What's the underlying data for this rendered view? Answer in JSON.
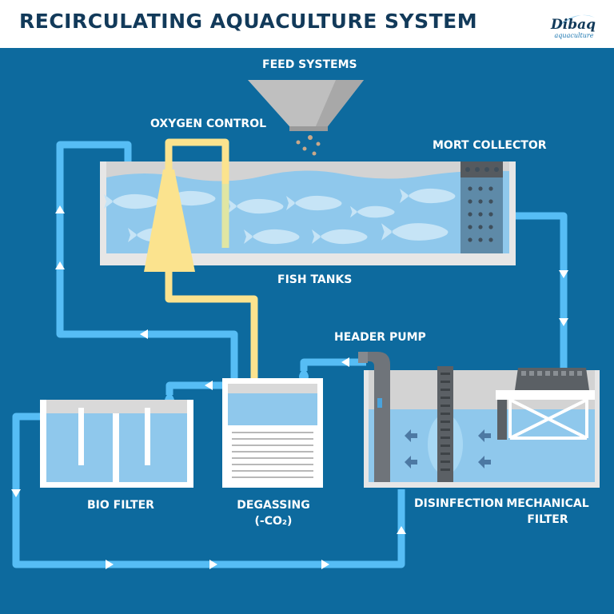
{
  "title": "RECIRCULATING AQUACULTURE SYSTEM",
  "logo": {
    "line1": "Dibaq",
    "line2": "aquaculture"
  },
  "labels": {
    "feed_systems": "FEED SYSTEMS",
    "oxygen_control": "OXYGEN CONTROL",
    "mort_collector": "MORT COLLECTOR",
    "fish_tanks": "FISH TANKS",
    "header_pump": "HEADER PUMP",
    "bio_filter": "BIO FILTER",
    "degassing_line1": "DEGASSING",
    "degassing_line2": "(-CO₂)",
    "disinfection": "DISINFECTION",
    "mechanical_filter_line1": "MECHANICAL",
    "mechanical_filter_line2": "FILTER"
  },
  "colors": {
    "background": "#0d6a9e",
    "pipe": "#56bdf5",
    "oxygen_pipe": "#fbe38e",
    "water": "#8fc8ec",
    "tank_wall": "#e6e6e6",
    "title": "#123a5a"
  }
}
